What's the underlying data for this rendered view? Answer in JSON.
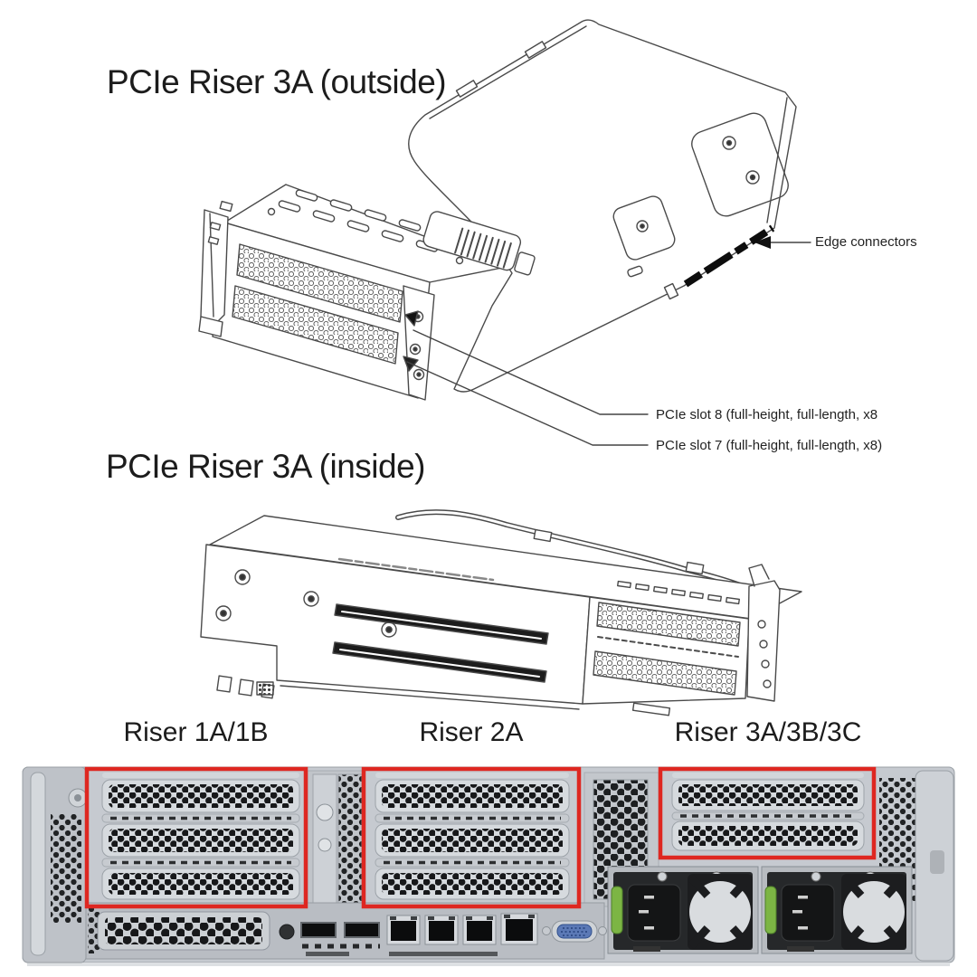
{
  "figure": {
    "outside": {
      "title": "PCIe Riser 3A (outside)",
      "callout_edge_connectors": "Edge connectors",
      "callout_slot_8": "PCIe slot 8  (full-height, full-length, x8",
      "callout_slot_7": "PCIe slot 7 (full-height, full-length, x8)"
    },
    "inside": {
      "title": "PCIe Riser 3A (inside)"
    },
    "rear_panel": {
      "risers": [
        {
          "label": "Riser 1A/1B",
          "slot_covers": 3
        },
        {
          "label": "Riser 2A",
          "slot_covers": 3
        },
        {
          "label": "Riser 3A/3B/3C",
          "slot_covers": 2
        }
      ],
      "psu_count": 2
    }
  },
  "colors": {
    "highlight_red": "#de2721",
    "line_art": "#4a4a4a",
    "text": "#1c1c1c",
    "chassis_gray": "#c6cad0",
    "slot_cover_gray": "#d6dade",
    "hole_black": "#17181a",
    "psu_dark": "#26282a",
    "latch_green": "#7cb544",
    "vga_blue": "#5b79b6"
  }
}
